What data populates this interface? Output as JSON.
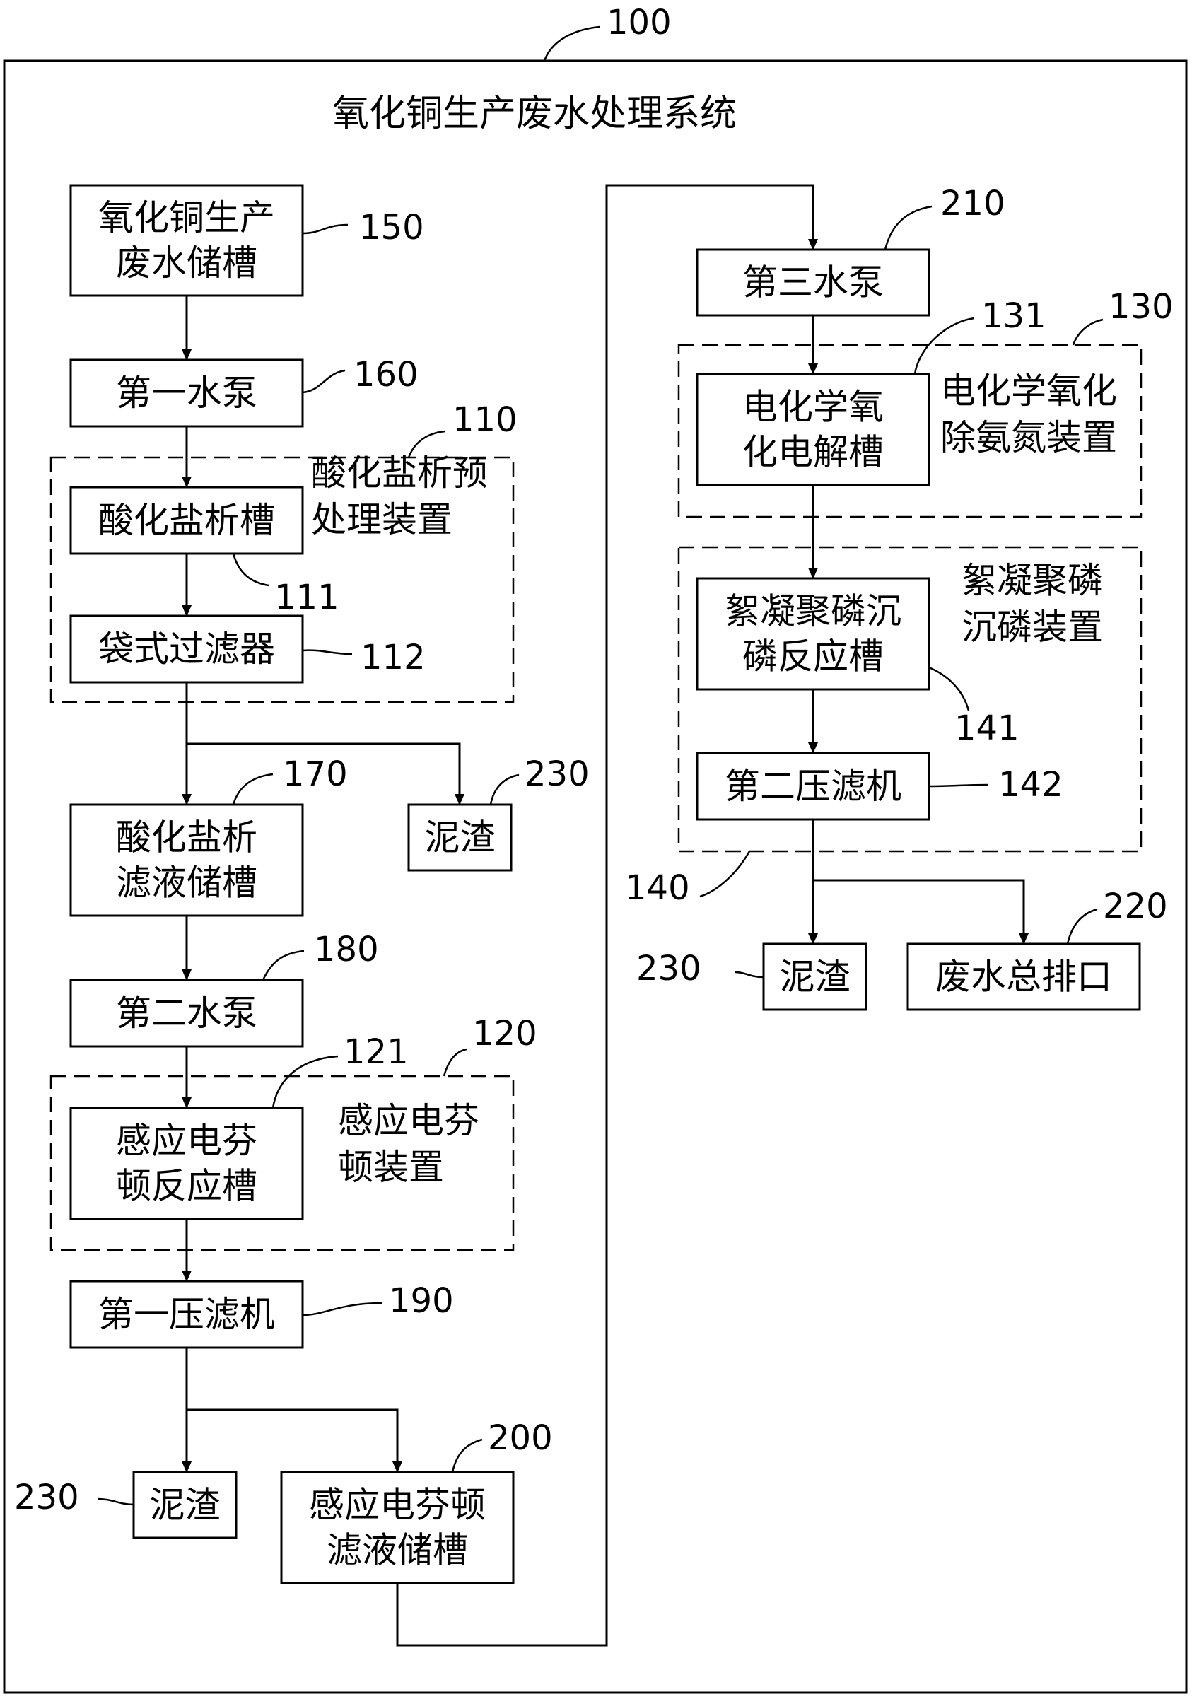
{
  "system": {
    "ref": "100",
    "title": "氧化铜生产废水处理系统"
  },
  "boxes": [
    {
      "id": "b150",
      "ref": "150",
      "lines": [
        "氧化铜生产",
        "废水储槽"
      ]
    },
    {
      "id": "b160",
      "ref": "160",
      "lines": [
        "第一水泵"
      ]
    },
    {
      "id": "b111",
      "ref": "111",
      "lines": [
        "酸化盐析槽"
      ]
    },
    {
      "id": "b112",
      "ref": "112",
      "lines": [
        "袋式过滤器"
      ]
    },
    {
      "id": "b170",
      "ref": "170",
      "lines": [
        "酸化盐析",
        "滤液储槽"
      ]
    },
    {
      "id": "b230a",
      "ref": "230",
      "lines": [
        "泥渣"
      ]
    },
    {
      "id": "b180",
      "ref": "180",
      "lines": [
        "第二水泵"
      ]
    },
    {
      "id": "b121",
      "ref": "121",
      "lines": [
        "感应电芬",
        "顿反应槽"
      ]
    },
    {
      "id": "b190",
      "ref": "190",
      "lines": [
        "第一压滤机"
      ]
    },
    {
      "id": "b230b",
      "ref": "230",
      "lines": [
        "泥渣"
      ]
    },
    {
      "id": "b200",
      "ref": "200",
      "lines": [
        "感应电芬顿",
        "滤液储槽"
      ]
    },
    {
      "id": "b210",
      "ref": "210",
      "lines": [
        "第三水泵"
      ]
    },
    {
      "id": "b131",
      "ref": "131",
      "lines": [
        "电化学氧",
        "化电解槽"
      ]
    },
    {
      "id": "b141",
      "ref": "141",
      "lines": [
        "絮凝聚磷沉",
        "磷反应槽"
      ]
    },
    {
      "id": "b142",
      "ref": "142",
      "lines": [
        "第二压滤机"
      ]
    },
    {
      "id": "b230c",
      "ref": "230",
      "lines": [
        "泥渣"
      ]
    },
    {
      "id": "b220",
      "ref": "220",
      "lines": [
        "废水总排口"
      ]
    }
  ],
  "groups": [
    {
      "id": "g110",
      "ref": "110",
      "lines": [
        "酸化盐析预",
        "处理装置"
      ]
    },
    {
      "id": "g120",
      "ref": "120",
      "lines": [
        "感应电芬",
        "顿装置"
      ]
    },
    {
      "id": "g130",
      "ref": "130",
      "lines": [
        "电化学氧化",
        "除氨氮装置"
      ]
    },
    {
      "id": "g140",
      "ref": "140",
      "lines": [
        "絮凝聚磷",
        "沉磷装置"
      ]
    }
  ]
}
